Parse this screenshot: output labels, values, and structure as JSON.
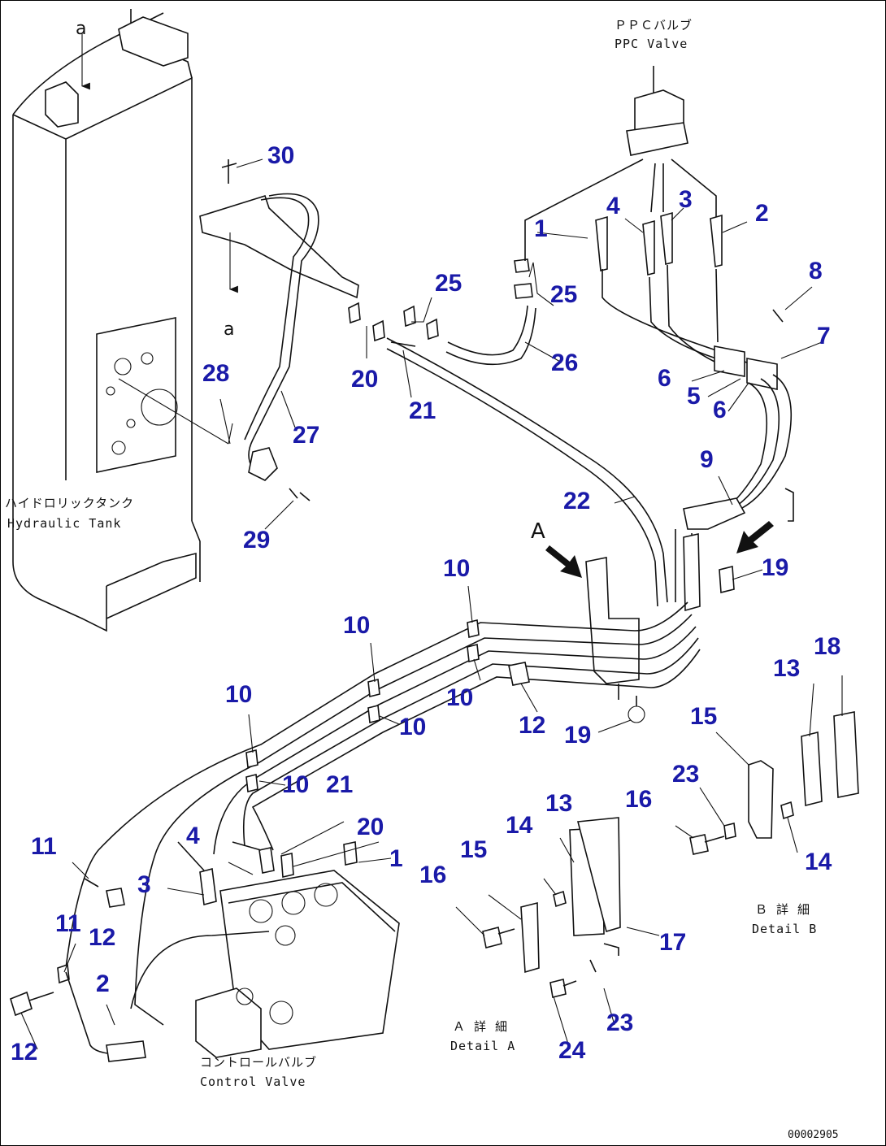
{
  "diagram": {
    "labels": {
      "ppc_valve_jp": "ＰＰＣバルブ",
      "ppc_valve_en": "PPC Valve",
      "hydraulic_tank_jp": "ハイドロリックタンク",
      "hydraulic_tank_en": "Hydraulic Tank",
      "control_valve_jp": "コントロールバルブ",
      "control_valve_en": "Control Valve",
      "detail_a_jp": "Ａ 詳 細",
      "detail_a_en": "Detail A",
      "detail_b_jp": "Ｂ 詳 細",
      "detail_b_en": "Detail B",
      "view_a": "A",
      "ref_a_top": "a",
      "ref_a_mid": "a",
      "drawing_number": "00002905"
    },
    "callouts": [
      {
        "id": "c30",
        "text": "30"
      },
      {
        "id": "c1a",
        "text": "1"
      },
      {
        "id": "c4a",
        "text": "4"
      },
      {
        "id": "c3a",
        "text": "3"
      },
      {
        "id": "c2a",
        "text": "2"
      },
      {
        "id": "c8",
        "text": "8"
      },
      {
        "id": "c7",
        "text": "7"
      },
      {
        "id": "c25a",
        "text": "25"
      },
      {
        "id": "c25b",
        "text": "25"
      },
      {
        "id": "c26",
        "text": "26"
      },
      {
        "id": "c6a",
        "text": "6"
      },
      {
        "id": "c5",
        "text": "5"
      },
      {
        "id": "c6b",
        "text": "6"
      },
      {
        "id": "c28",
        "text": "28"
      },
      {
        "id": "c20a",
        "text": "20"
      },
      {
        "id": "c21a",
        "text": "21"
      },
      {
        "id": "c27",
        "text": "27"
      },
      {
        "id": "c9",
        "text": "9"
      },
      {
        "id": "c22",
        "text": "22"
      },
      {
        "id": "c29",
        "text": "29"
      },
      {
        "id": "c19a",
        "text": "19"
      },
      {
        "id": "c10a",
        "text": "10"
      },
      {
        "id": "c10b",
        "text": "10"
      },
      {
        "id": "c10c",
        "text": "10"
      },
      {
        "id": "c10d",
        "text": "10"
      },
      {
        "id": "c10e",
        "text": "10"
      },
      {
        "id": "c10f",
        "text": "10"
      },
      {
        "id": "c18",
        "text": "18"
      },
      {
        "id": "c13a",
        "text": "13"
      },
      {
        "id": "c12a",
        "text": "12"
      },
      {
        "id": "c19b",
        "text": "19"
      },
      {
        "id": "c15a",
        "text": "15"
      },
      {
        "id": "c23a",
        "text": "23"
      },
      {
        "id": "c10g",
        "text": "10"
      },
      {
        "id": "c21b",
        "text": "21"
      },
      {
        "id": "c16a",
        "text": "16"
      },
      {
        "id": "c14a",
        "text": "14"
      },
      {
        "id": "c11a",
        "text": "11"
      },
      {
        "id": "c4b",
        "text": "4"
      },
      {
        "id": "c20b",
        "text": "20"
      },
      {
        "id": "c1b",
        "text": "1"
      },
      {
        "id": "c13b",
        "text": "13"
      },
      {
        "id": "c14b",
        "text": "14"
      },
      {
        "id": "c3b",
        "text": "3"
      },
      {
        "id": "c15b",
        "text": "15"
      },
      {
        "id": "c16b",
        "text": "16"
      },
      {
        "id": "c12b",
        "text": "12"
      },
      {
        "id": "c11b",
        "text": "11"
      },
      {
        "id": "c17",
        "text": "17"
      },
      {
        "id": "c2b",
        "text": "2"
      },
      {
        "id": "c23b",
        "text": "23"
      },
      {
        "id": "c12c",
        "text": "12"
      },
      {
        "id": "c24",
        "text": "24"
      }
    ]
  }
}
